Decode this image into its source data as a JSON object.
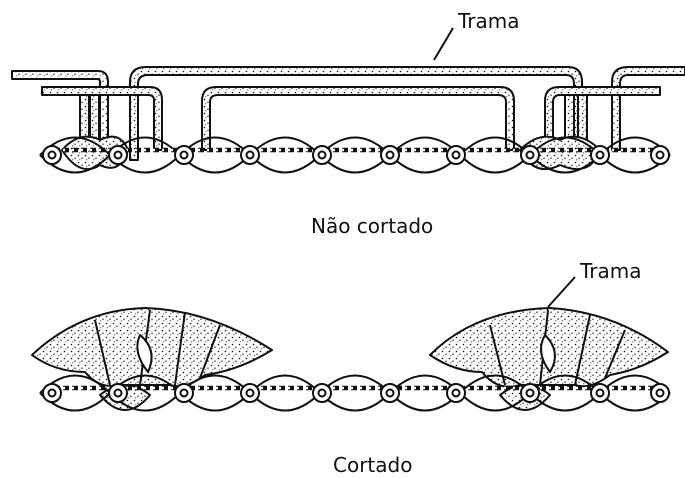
{
  "labels": {
    "trama_top": "Trama",
    "uncut_caption": "Não cortado",
    "trama_bottom": "Trama",
    "cut_caption": "Cortado"
  },
  "colors": {
    "ink": "#111111",
    "background": "#ffffff",
    "fill": "#ffffff"
  }
}
